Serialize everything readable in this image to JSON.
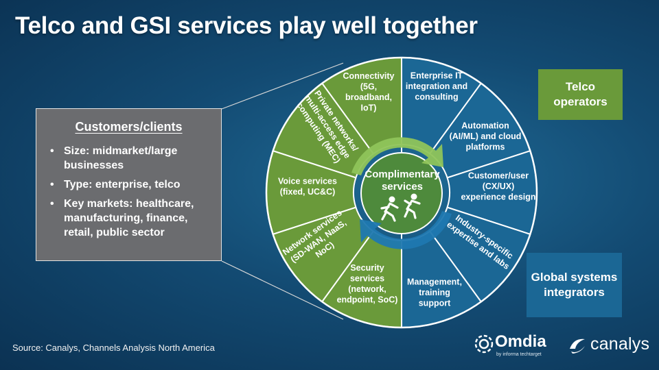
{
  "title": "Telco and GSI services play well together",
  "customers": {
    "heading": "Customers/clients",
    "items": [
      "Size: midmarket/large businesses",
      "Type: enterprise, telco",
      "Key markets: healthcare, manufacturing, finance, retail, public sector"
    ]
  },
  "legend": {
    "telco": "Telco operators",
    "gsi": "Global systems integrators"
  },
  "center": {
    "line1": "Complimentary",
    "line2": "services"
  },
  "telco_segments": [
    {
      "lines": [
        "Connectivity",
        "(5G,",
        "broadband,",
        "IoT)"
      ]
    },
    {
      "lines": [
        "Private networks/",
        "multi-access edge",
        "computing (MEC)"
      ]
    },
    {
      "lines": [
        "Voice services",
        "(fixed, UC&C)"
      ]
    },
    {
      "lines": [
        "Network services",
        "(SD-WAN, NaaS,",
        "NoC)"
      ]
    },
    {
      "lines": [
        "Security",
        "services",
        "(network,",
        "endpoint, SoC)"
      ]
    }
  ],
  "gsi_segments": [
    {
      "lines": [
        "Enterprise IT",
        "integration and",
        "consulting"
      ]
    },
    {
      "lines": [
        "Automation",
        "(AI/ML) and cloud",
        "platforms"
      ]
    },
    {
      "lines": [
        "Customer/user",
        "(CX/UX)",
        "experience design"
      ]
    },
    {
      "lines": [
        "Industry-specific",
        "expertise and labs"
      ]
    },
    {
      "lines": [
        "Management,",
        "training",
        "support"
      ]
    }
  ],
  "source": "Source: Canalys, Channels Analysis North America",
  "logos": {
    "omdia": "Omdia",
    "omdia_sub": "by informa techtarget",
    "canalys": "canalys"
  },
  "colors": {
    "telco_green": "#6a9a3a",
    "gsi_blue": "#1b6795",
    "center_green": "#4e8a3c",
    "arrow_green": "#8fc45a",
    "arrow_blue": "#1f78b0"
  }
}
